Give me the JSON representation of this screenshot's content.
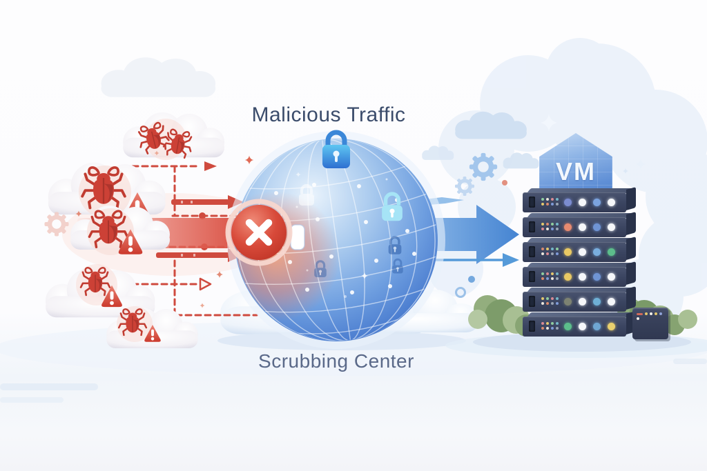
{
  "title": "Malicious Traffic",
  "scrubbing_label": "Scrubbing Center",
  "vm_label": "VM",
  "icons": {
    "bug": "bug-icon",
    "warning": "warning-triangle-icon",
    "lock": "lock-icon",
    "block": "block-x-icon",
    "gear": "gear-icon",
    "sparkle": "sparkle-icon",
    "cloud": "cloud-shape",
    "server": "server-rack",
    "bush": "bush-shape"
  },
  "colors": {
    "title_text": "#3b4c6b",
    "subtitle_text": "#5a6989",
    "malicious_red": "#cf4a3e",
    "clean_blue": "#4b8ad6",
    "globe_blue": "#5c8fd9",
    "server_body": "#39425c",
    "bush_green": "#7d9c6a"
  },
  "threat_clouds": [
    {
      "bugs": 2,
      "warnings": 0
    },
    {
      "bugs": 1,
      "warnings": 1
    },
    {
      "bugs": 1,
      "warnings": 1
    },
    {
      "bugs": 1,
      "warnings": 1
    },
    {
      "bugs": 1,
      "warnings": 1
    }
  ],
  "servers": {
    "unit_count": 6,
    "units": [
      {
        "leds": [
          "#7b8cd0",
          "#f5f7fa",
          "#7ba3de",
          "#f5f7fa"
        ],
        "mini_dots": [
          "#8fce9f",
          "#ece7dc",
          "#d98a93",
          "#74b8c8",
          "#e3c86e",
          "#d98a6e",
          "#7f9bd8",
          "#9aa5b5"
        ]
      },
      {
        "leds": [
          "#e88a70",
          "#f5f7fa",
          "#6f94d4",
          "#f5f7fa"
        ],
        "mini_dots": [
          "#e3c86e",
          "#d98a6e",
          "#8fce9f",
          "#74b8c8",
          "#d98a93",
          "#ece7dc",
          "#7f9bd8",
          "#9aa5b5"
        ]
      },
      {
        "leds": [
          "#e9c964",
          "#f5f7fa",
          "#79aede",
          "#5cbd8b"
        ],
        "mini_dots": [
          "#d98a6e",
          "#e3c86e",
          "#74b8c8",
          "#8fce9f",
          "#ece7dc",
          "#d98a93",
          "#9aa5b5",
          "#7f9bd8"
        ]
      },
      {
        "leds": [
          "#e9c964",
          "#f5f7fa",
          "#6f94d4",
          "#f5f7fa"
        ],
        "mini_dots": [
          "#8fce9f",
          "#d98a93",
          "#e3c86e",
          "#74b8c8",
          "#d98a6e",
          "#7f9bd8",
          "#ece7dc",
          "#9aa5b5"
        ]
      },
      {
        "leds": [
          "#7d8272",
          "#f5f7fa",
          "#6fb0d6",
          "#f5f7fa"
        ],
        "mini_dots": [
          "#e3c86e",
          "#8fce9f",
          "#d98a93",
          "#74b8c8",
          "#ece7dc",
          "#d98a6e",
          "#9aa5b5",
          "#7f9bd8"
        ]
      },
      {
        "leds": [
          "#5cbd8b",
          "#f5f7fa",
          "#6fa6d2",
          "#e9d06e"
        ],
        "mini_dots": [
          "#d98a93",
          "#e3c86e",
          "#8fce9f",
          "#74b8c8",
          "#d98a6e",
          "#ece7dc",
          "#7f9bd8",
          "#9aa5b5"
        ]
      }
    ]
  },
  "mini_server": {
    "dots": [
      "#d06a5a",
      "#e3c86e",
      "#f2efe8",
      "#e3c86e",
      "#8fa3d8",
      "#f2efe8"
    ]
  }
}
